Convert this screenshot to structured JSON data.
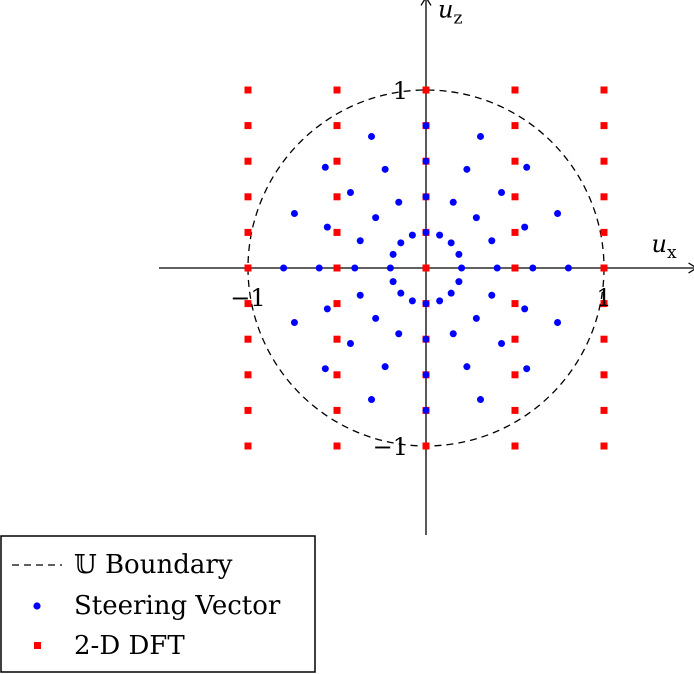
{
  "chart_data": {
    "type": "scatter",
    "xlim": [
      -1.5,
      1.52
    ],
    "ylim": [
      -1.5,
      1.52
    ],
    "axes": {
      "x": {
        "symbol": "u",
        "subscript": "x"
      },
      "y": {
        "symbol": "u",
        "subscript": "z"
      }
    },
    "tick_labels": {
      "x_neg": "−1",
      "x_pos": "1",
      "y_neg": "−1",
      "y_pos": "1"
    },
    "grid": false,
    "legend_position": "bottom-left",
    "series": [
      {
        "name": "𝕌 Boundary",
        "kind": "circle",
        "radius": 1,
        "style": "dashed",
        "color": "#000000"
      },
      {
        "name": "Steering Vector",
        "kind": "points",
        "color": "#0000ff",
        "rings": [
          {
            "radius": 0.2,
            "count": 16
          },
          {
            "radius": 0.4,
            "count": 16
          },
          {
            "radius": 0.6,
            "count": 16
          },
          {
            "radius": 0.8,
            "count": 16
          }
        ]
      },
      {
        "name": "2-D DFT",
        "kind": "points",
        "color": "#ff0000",
        "x_values": [
          -1,
          -0.5,
          0,
          0.5,
          1
        ],
        "y_values": [
          -1,
          -0.8,
          -0.6,
          -0.4,
          -0.2,
          0,
          0.2,
          0.4,
          0.6,
          0.8,
          1
        ]
      }
    ]
  }
}
